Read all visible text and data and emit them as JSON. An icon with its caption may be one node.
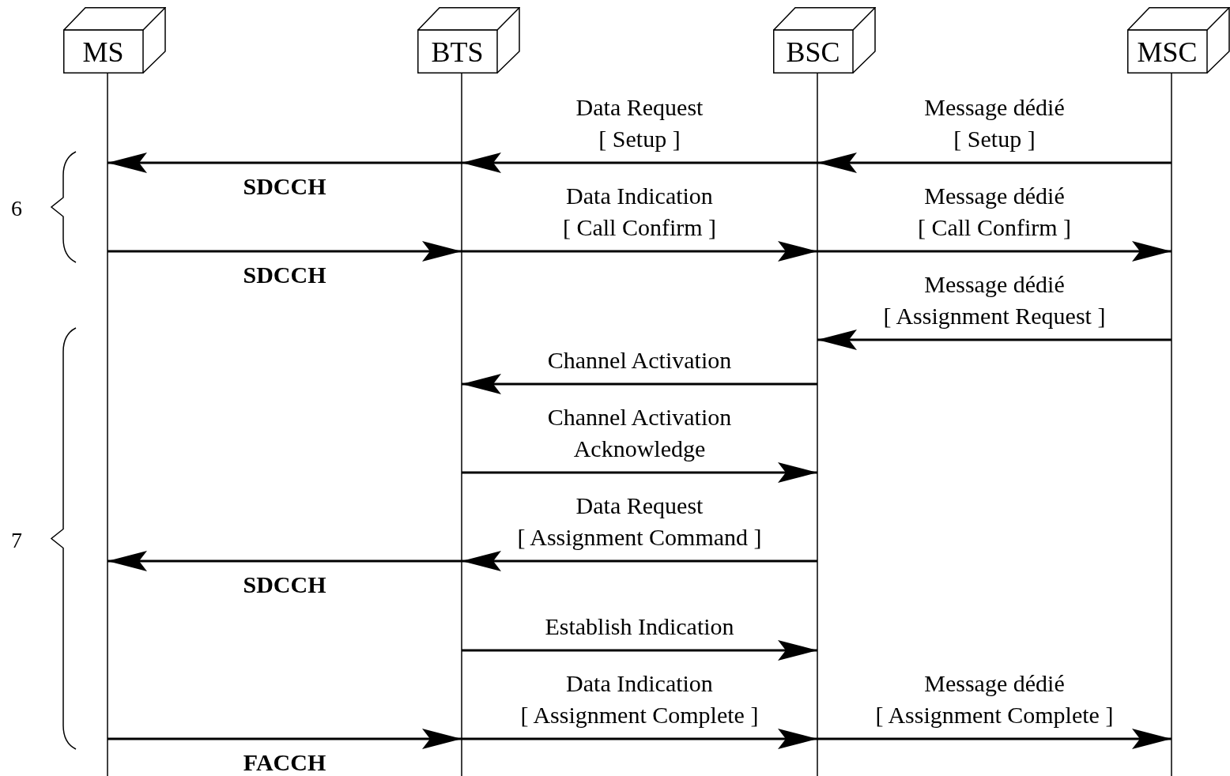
{
  "diagram": {
    "nodes": [
      {
        "text": [
          "MS"
        ]
      },
      {
        "text": [
          "BTS"
        ]
      },
      {
        "text": [
          "BSC"
        ]
      },
      {
        "text": [
          "MSC"
        ]
      }
    ],
    "edges": [
      {
        "from": 3,
        "to": 2,
        "arrow": "to",
        "label": "Message dédié [ Setup ]"
      },
      {
        "from": 2,
        "to": 1,
        "arrow": "to",
        "label": "Data Request [ Setup ]"
      },
      {
        "from": 1,
        "to": 0,
        "arrow": "to",
        "label": "SDCCH"
      },
      {
        "from": 0,
        "to": 1,
        "arrow": "to",
        "label": "SDCCH"
      },
      {
        "from": 1,
        "to": 2,
        "arrow": "to",
        "label": "Data Indication [ Call Confirm ]"
      },
      {
        "from": 2,
        "to": 3,
        "arrow": "to",
        "label": "Message dédié [ Call Confirm ]"
      },
      {
        "from": 3,
        "to": 2,
        "arrow": "to",
        "label": "Message dédié [ Assignment Request ]"
      },
      {
        "from": 2,
        "to": 1,
        "arrow": "to",
        "label": "Channel Activation"
      },
      {
        "from": 1,
        "to": 2,
        "arrow": "to",
        "label": "Channel Activation Acknowledge"
      },
      {
        "from": 2,
        "to": 1,
        "arrow": "to",
        "label": "Data Request [ Assignment Command ]"
      },
      {
        "from": 1,
        "to": 0,
        "arrow": "to",
        "label": "SDCCH"
      },
      {
        "from": 1,
        "to": 2,
        "arrow": "to",
        "label": "Establish Indication"
      },
      {
        "from": 0,
        "to": 1,
        "arrow": "to",
        "label": "FACCH"
      },
      {
        "from": 1,
        "to": 2,
        "arrow": "to",
        "label": "Data Indication [ Assignment Complete ]"
      },
      {
        "from": 2,
        "to": 3,
        "arrow": "to",
        "label": "Message dédié [ Assignment Complete ]"
      }
    ],
    "labels": [
      "6",
      "7"
    ]
  }
}
